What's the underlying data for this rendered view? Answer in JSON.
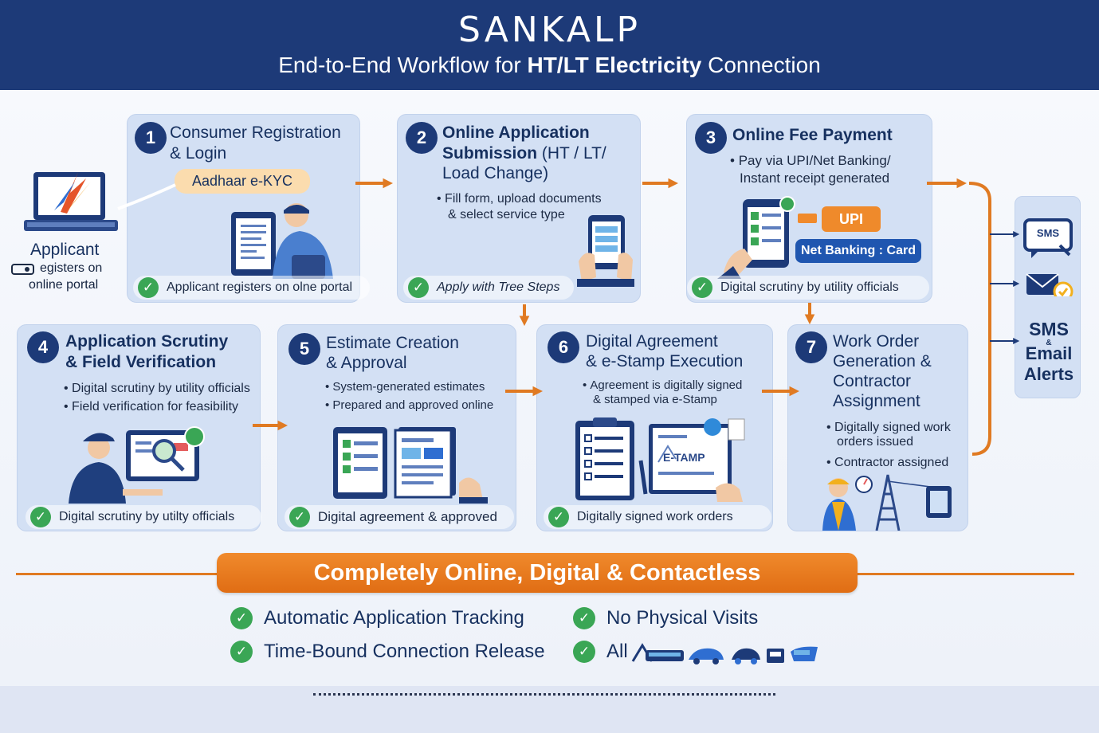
{
  "header": {
    "brand": "SANKALP",
    "subtitle_pre": "End-to-End Workflow for ",
    "subtitle_b1": "HT/LT",
    "subtitle_b2": "Electricity",
    "subtitle_post": " Connection"
  },
  "applicant": {
    "title": "Applicant",
    "line1": "egisters on",
    "line2": "online portal"
  },
  "steps": [
    {
      "num": "1",
      "title_line1": "Consumer Registration",
      "title_line2": "& Login",
      "pill": "Aadhaar e-KYC",
      "footer": "Applicant registers on olne portal"
    },
    {
      "num": "2",
      "title_line1": "Online Application",
      "title_line2_bold": "Submission",
      "title_line2_rest": " (HT / LT/",
      "title_line3": "Load Change)",
      "bullet_line1": "Fill form, upload documents",
      "bullet_line2": "& select service type",
      "footer": "Apply with Tree Steps"
    },
    {
      "num": "3",
      "title": "Online Fee Payment",
      "bullet_line1": "Pay via UPI/Net Banking/",
      "bullet_line2": "Instant receipt generated",
      "upi_label": "UPI",
      "netbanking_label": "Net Banking : Card",
      "footer": "Digital scrutiny by utility officials"
    },
    {
      "num": "4",
      "title_line1": "Application Scrutiny",
      "title_line2": "& Field Verification",
      "bullets": [
        "Digital scrutiny by utility officials",
        "Field verification for feasibility"
      ],
      "footer": "Digital scrutiny by utilty officials"
    },
    {
      "num": "5",
      "title_line1": "Estimate Creation",
      "title_line2": "& Approval",
      "bullets": [
        "System-generated estimates",
        "Prepared and approved online"
      ],
      "footer": "Digital agreement & approved"
    },
    {
      "num": "6",
      "title_line1": "Digital Agreement",
      "title_line2": "& e-Stamp Execution",
      "bullet_line1": "Agreement is digitally signed",
      "bullet_line2": "& stamped via e-Stamp",
      "estamp_label": "E-TAMP",
      "footer": "Digitally signed work orders"
    },
    {
      "num": "7",
      "title_line1": "Work Order",
      "title_line2": "Generation &",
      "title_line3": "Contractor",
      "title_line4": "Assignment",
      "bullet1_line1": "Digitally signed work",
      "bullet1_line2": "orders issued",
      "bullet2": "Contractor assigned"
    }
  ],
  "alerts": {
    "sms_icon_label": "SMS",
    "line1": "SMS",
    "amp": "&",
    "line2": "Email",
    "line3": "Alerts"
  },
  "banner": "Completely Online, Digital & Contactless",
  "features": [
    "Automatic Application Tracking",
    "No Physical Visits",
    "Time-Bound Connection Release",
    "All"
  ],
  "colors": {
    "navy": "#1d3a78",
    "card": "#d3e0f4",
    "orange": "#e07a22",
    "green": "#3aa655"
  }
}
